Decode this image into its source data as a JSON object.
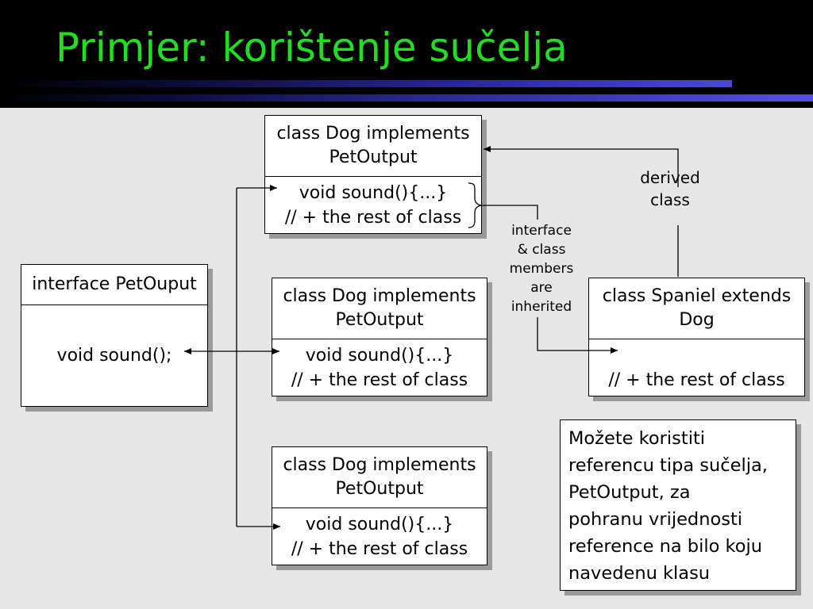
{
  "slide": {
    "title": "Primjer: korištenje sučelja"
  },
  "interface_box": {
    "header": "interface PetOuput",
    "method": "void sound();"
  },
  "dog_boxes": [
    {
      "header_lines": [
        "class Dog implements",
        "PetOutput"
      ],
      "body_lines": [
        "void sound(){...}",
        "// + the rest of class"
      ]
    },
    {
      "header_lines": [
        "class Dog implements",
        "PetOutput"
      ],
      "body_lines": [
        "void sound(){...}",
        "// + the rest of class"
      ]
    },
    {
      "header_lines": [
        "class Dog implements",
        "PetOutput"
      ],
      "body_lines": [
        "void sound(){...}",
        "// + the rest of class"
      ]
    }
  ],
  "spaniel_box": {
    "header_lines": [
      "class Spaniel extends",
      "Dog"
    ],
    "body_lines": [
      "// + the rest of class"
    ]
  },
  "labels": {
    "derived_class": [
      "derived",
      "class"
    ],
    "inherited": [
      "interface",
      "& class",
      "members",
      "are",
      "inherited"
    ]
  },
  "note_lines": [
    "Možete koristiti",
    "referencu tipa sučelja,",
    "PetOutput, za",
    "pohranu vrijednosti",
    "reference na bilo koju",
    "navedenu klasu"
  ],
  "colors": {
    "title": "#22dd22",
    "background": "#e6e6e6",
    "header_background": "#000000",
    "stripe": "#4848dd"
  }
}
